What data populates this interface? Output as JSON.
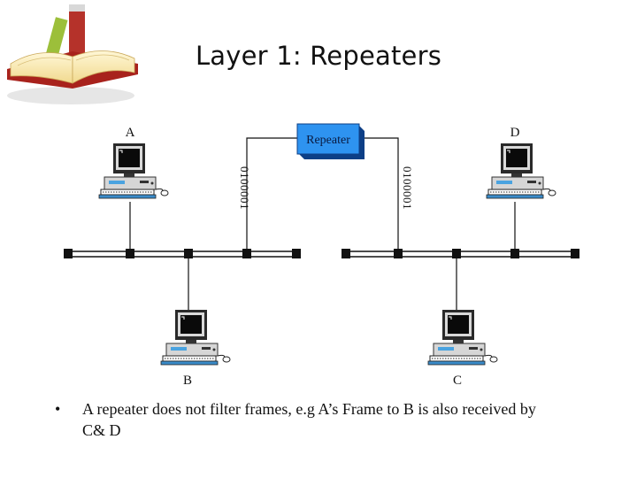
{
  "slide": {
    "title": "Layer 1: Repeaters"
  },
  "diagram": {
    "repeater_label": "Repeater",
    "left_bits": "0100001",
    "right_bits": "0100001",
    "stations": [
      "A",
      "D",
      "B",
      "C"
    ]
  },
  "bullet": {
    "marker": "•",
    "text": "A repeater does not filter frames, e.g A’s Frame to B is also received by C& D"
  },
  "colors": {
    "repeater_fill": "#2e93f0",
    "repeater_dark": "#0d3f86",
    "bus": "#111111",
    "book_cover": "#a8221c"
  },
  "icons": [
    "book-icon",
    "computer-icon"
  ]
}
